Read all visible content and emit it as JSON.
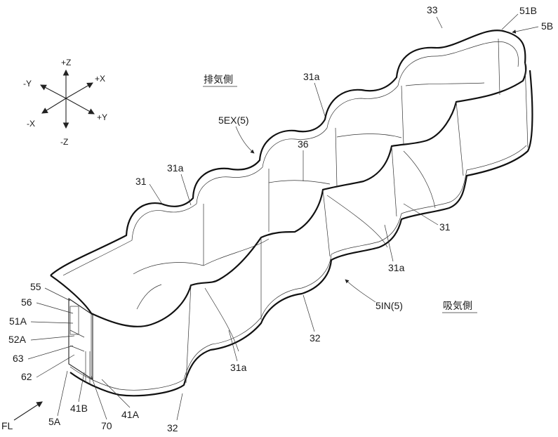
{
  "axes": {
    "plus_z": "+Z",
    "minus_z": "-Z",
    "plus_x": "+X",
    "minus_x": "-X",
    "plus_y": "+Y",
    "minus_y": "-Y"
  },
  "headings": {
    "exhaust_side": "排気側",
    "intake_side": "吸気側"
  },
  "labels": {
    "l33": "33",
    "l51B": "51B",
    "l5B": "5B",
    "l31a_top": "31a",
    "l5EX": "5EX(5)",
    "l36": "36",
    "l31_left": "31",
    "l31a_left": "31a",
    "l31_right": "31",
    "l31a_right": "31a",
    "l5IN": "5IN(5)",
    "l32_mid": "32",
    "l31a_bottom": "31a",
    "l55": "55",
    "l56": "56",
    "l51A": "51A",
    "l52A": "52A",
    "l63": "63",
    "l62": "62",
    "l5A": "5A",
    "l41B": "41B",
    "l70": "70",
    "l41A": "41A",
    "l32_bottom": "32",
    "lFL": "FL"
  }
}
